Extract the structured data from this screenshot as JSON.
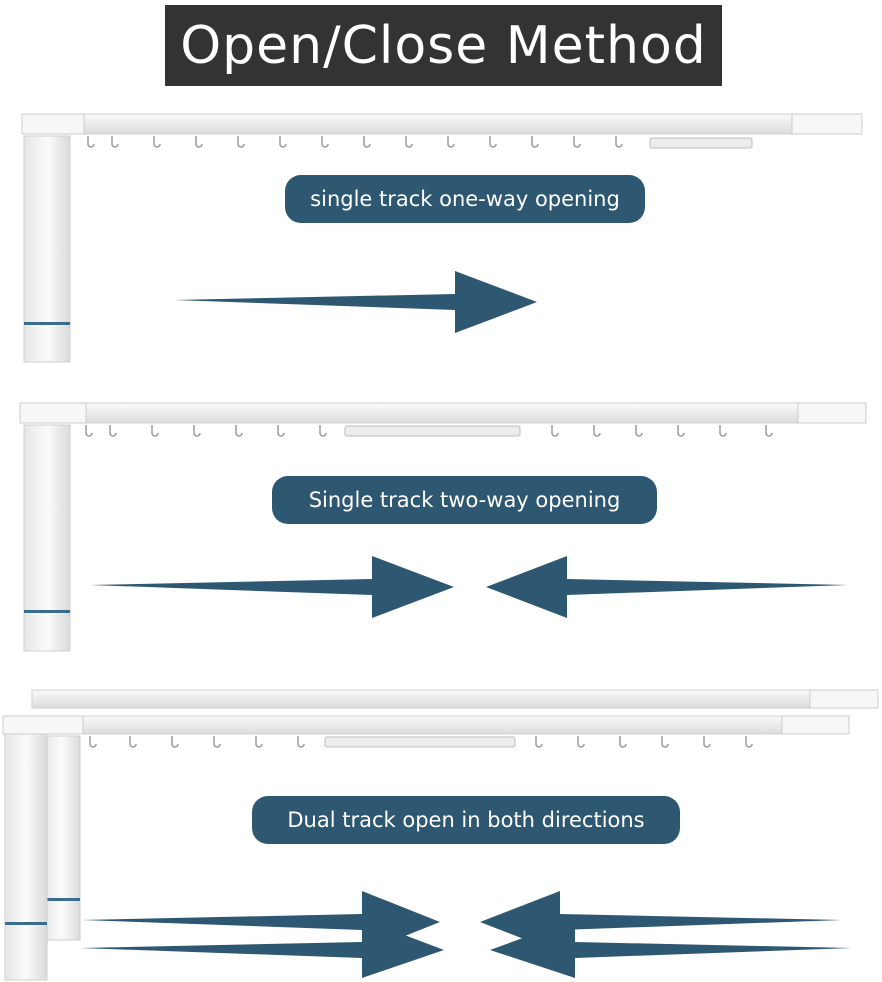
{
  "title": "Open/Close Method",
  "sections": [
    {
      "label": "single track one-way opening"
    },
    {
      "label": "Single track two-way opening"
    },
    {
      "label": "Dual track open in both directions"
    }
  ],
  "colors": {
    "title_bg": "#333333",
    "accent": "#2e5872",
    "track": "#f4f4f4"
  }
}
